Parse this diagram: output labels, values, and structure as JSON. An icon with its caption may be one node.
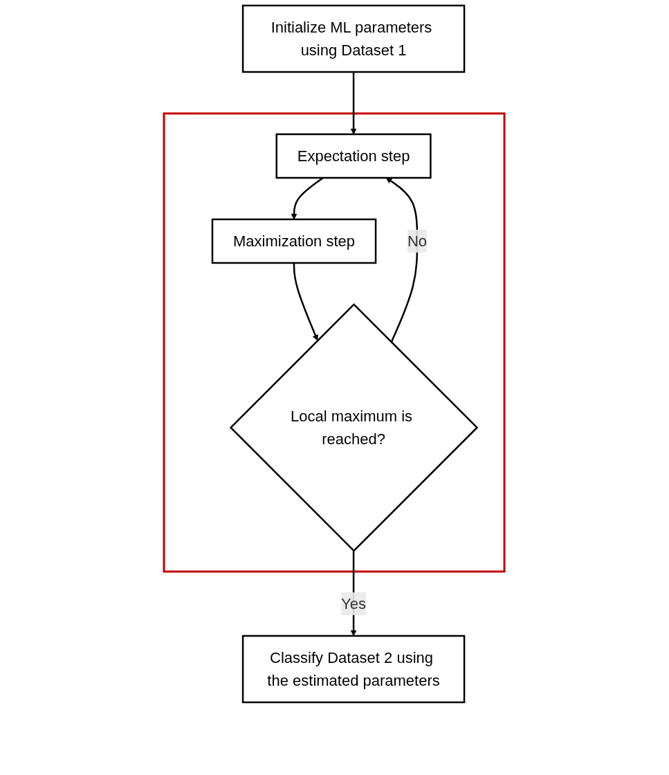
{
  "diagram": {
    "nodes": [
      {
        "text": [
          "Initialize ML parameters using Dataset 1"
        ]
      },
      {
        "text": [],
        "shape": "box"
      },
      {
        "text": [
          "Expectation step"
        ],
        "in": 1
      },
      {
        "text": [
          "Maximization step"
        ],
        "in": 1
      },
      {
        "text": [
          "Local maximum is reached?"
        ],
        "in": 1
      },
      {
        "text": [
          "Classify Dataset 2 using the estimated parameters"
        ]
      }
    ],
    "edges": [
      {
        "from": 0,
        "to": 2,
        "arrow": "to"
      },
      {
        "from": 2,
        "to": 3,
        "arrow": "to"
      },
      {
        "from": 3,
        "to": 4,
        "arrow": "to"
      },
      {
        "from": 4,
        "to": 2,
        "arrow": "to",
        "label": "No"
      },
      {
        "from": 4,
        "to": 5,
        "arrow": "to",
        "label": "Yes"
      }
    ]
  }
}
